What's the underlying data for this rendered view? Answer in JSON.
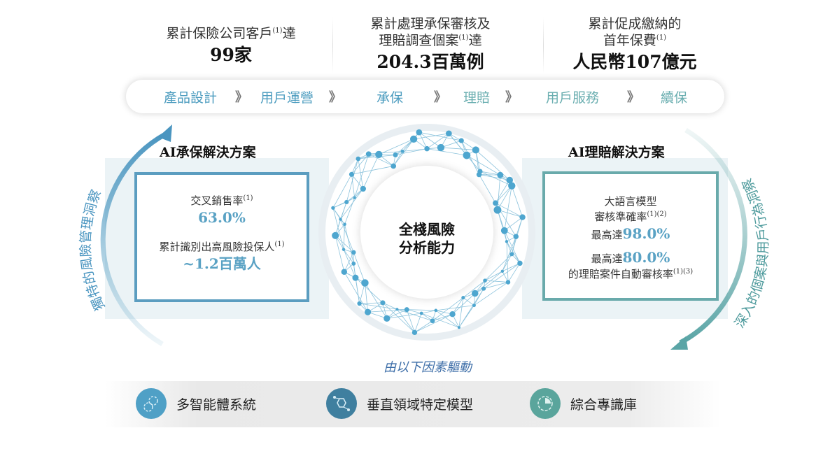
{
  "stats": [
    {
      "label_lines": [
        "累計保險公司客戶"
      ],
      "label_tail": "達",
      "footnote": "(1)",
      "value": "99家"
    },
    {
      "label_lines": [
        "累計處理承保審核及",
        "理賠調查個案"
      ],
      "label_tail": "達",
      "footnote": "(1)",
      "value": "204.3百萬例"
    },
    {
      "label_lines": [
        "累計促成繳納的",
        "首年保費"
      ],
      "label_tail": "",
      "footnote": "(1)",
      "value": "人民幣107億元"
    }
  ],
  "pipeline": {
    "steps": [
      "產品設計",
      "用戶運營",
      "承保",
      "理賠",
      "用戶服務",
      "續保"
    ],
    "separator": "》"
  },
  "left_panel": {
    "title": "AI承保解決方案",
    "metric1_label": "交叉銷售率",
    "metric1_footnote": "(1)",
    "metric1_value": "63.0%",
    "metric2_label": "累計識別出高風險投保人",
    "metric2_footnote": "(1)",
    "metric2_value": "~1.2百萬人",
    "arc_text": "獨特的風險管理洞察"
  },
  "right_panel": {
    "title": "AI理賠解決方案",
    "line1": "大語言模型",
    "line2": "審核準確率",
    "line2_footnote": "(1)(2)",
    "line3_prefix": "最高達",
    "line3_value": "98.0%",
    "line4_prefix": "最高達",
    "line4_value": "80.0%",
    "line5": "的理賠案件自動審核率",
    "line5_footnote": "(1)(3)",
    "arc_text": "深入的個案與用戶行為洞察"
  },
  "center": {
    "line1": "全棧風險",
    "line2": "分析能力"
  },
  "drivers": {
    "heading": "由以下因素驅動",
    "items": [
      {
        "label": "多智能體系統",
        "icon": "gears-icon",
        "color": "#4fa0c6"
      },
      {
        "label": "垂直領域特定模型",
        "icon": "molecule-icon",
        "color": "#3f7f9f"
      },
      {
        "label": "綜合專識庫",
        "icon": "gear-chart-icon",
        "color": "#5aa59c"
      }
    ]
  },
  "colors": {
    "accent_blue": "#5aa2c4",
    "accent_teal": "#69aaab",
    "step_text": "#4c9cbf",
    "driver_heading": "#3d6ea8"
  }
}
